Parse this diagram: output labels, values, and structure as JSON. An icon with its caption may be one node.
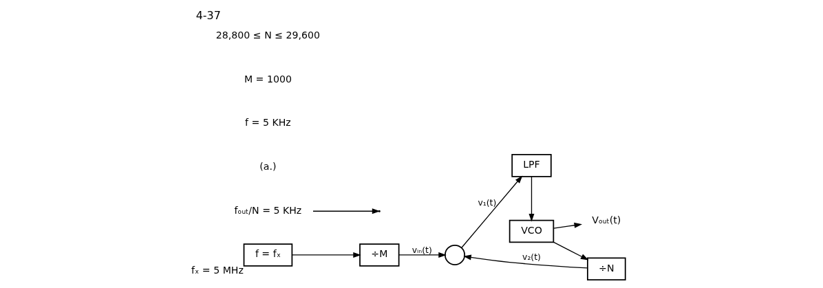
{
  "diagram": {
    "title": "4-37",
    "nodes": [
      {
        "text": [
          "f = fₓ"
        ],
        "beside": [
          "fₓ = 5 MHz"
        ]
      },
      {
        "text": [
          "÷M"
        ]
      },
      {
        "text": [],
        "shape": "circle"
      },
      {
        "text": [
          "LPF"
        ]
      },
      {
        "text": [
          "VCO"
        ]
      },
      {
        "text": [
          "÷N"
        ]
      },
      {
        "text": [
          "Vₒᵤₜ(t)"
        ]
      },
      {
        "text": [
          "fₒᵤₜ/N = 5 KHz"
        ]
      }
    ],
    "edges": [
      {
        "from": 0,
        "to": 1,
        "arrow": "to"
      },
      {
        "from": 1,
        "to": 2,
        "arrow": "to",
        "label": "vᵢₙ(t)"
      },
      {
        "from": 2,
        "to": 3,
        "arrow": "to",
        "label": "v₁(t)"
      },
      {
        "from": 3,
        "to": 4,
        "arrow": "to"
      },
      {
        "from": 4,
        "to": 5,
        "arrow": "to"
      },
      {
        "from": 5,
        "to": 2,
        "arrow": "to",
        "label": "v₂(t)"
      },
      {
        "from": 4,
        "to": 6,
        "arrow": "to"
      },
      {
        "from": 7,
        "to": null,
        "arrow": "to"
      }
    ],
    "labels": [
      "(a.)",
      "f = 5 KHz",
      "M = 1000",
      "28,800 ≤ N ≤ 29,600"
    ]
  }
}
